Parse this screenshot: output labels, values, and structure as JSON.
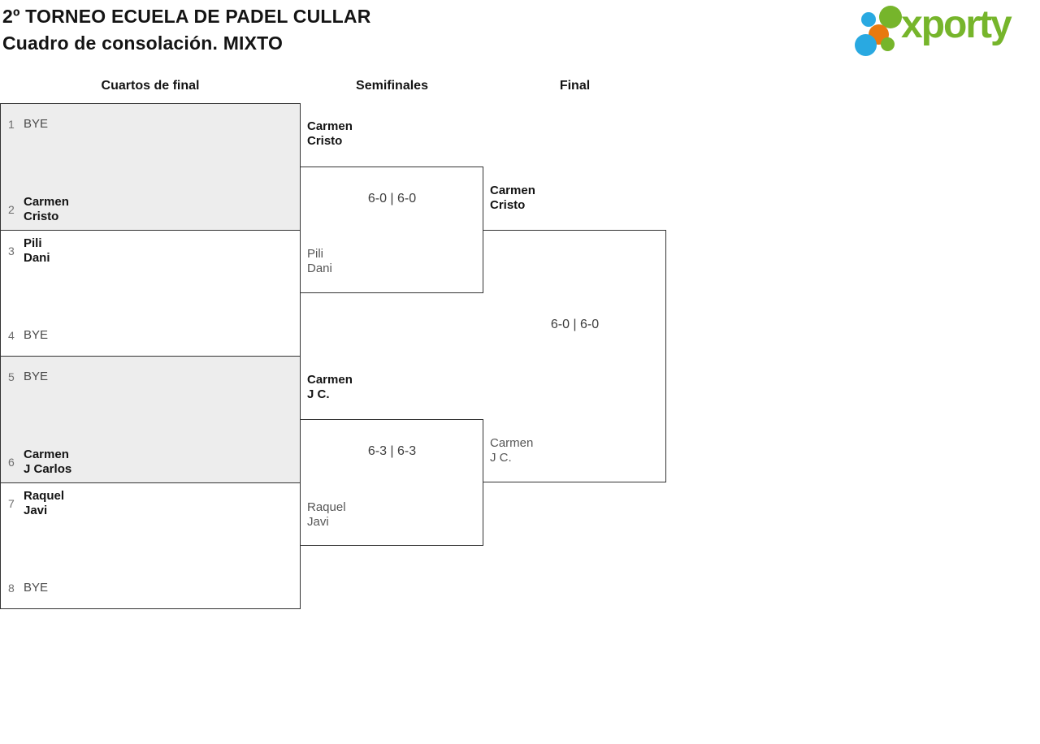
{
  "header": {
    "title_line1": "2º TORNEO ECUELA DE PADEL CULLAR",
    "title_line2": "Cuadro de consolación. MIXTO",
    "logo": {
      "text": "xporty",
      "green": "#76b52b",
      "blue": "#29a9e1",
      "orange": "#e8790f"
    }
  },
  "rounds": {
    "quarterfinals": "Cuartos de final",
    "semifinals": "Semifinales",
    "final": "Final"
  },
  "colors": {
    "shaded_box": "#ededed",
    "border": "#333333",
    "winner_text": "#141414",
    "loser_text": "#565656"
  },
  "quarterfinals": [
    {
      "top": {
        "seed": "1",
        "line1": "BYE"
      },
      "bottom": {
        "seed": "2",
        "line1": "Carmen",
        "line2": "Cristo"
      }
    },
    {
      "top": {
        "seed": "3",
        "line1": "Pili",
        "line2": "Dani"
      },
      "bottom": {
        "seed": "4",
        "line1": "BYE"
      }
    },
    {
      "top": {
        "seed": "5",
        "line1": "BYE"
      },
      "bottom": {
        "seed": "6",
        "line1": "Carmen",
        "line2": "J Carlos"
      }
    },
    {
      "top": {
        "seed": "7",
        "line1": "Raquel",
        "line2": "Javi"
      },
      "bottom": {
        "seed": "8",
        "line1": "BYE"
      }
    }
  ],
  "semifinals": [
    {
      "top": {
        "line1": "Carmen",
        "line2": "Cristo"
      },
      "bottom": {
        "line1": "Pili",
        "line2": "Dani"
      },
      "score": "6-0 | 6-0"
    },
    {
      "top": {
        "line1": "Carmen",
        "line2": "J C."
      },
      "bottom": {
        "line1": "Raquel",
        "line2": "Javi"
      },
      "score": "6-3 | 6-3"
    }
  ],
  "final": {
    "top": {
      "line1": "Carmen",
      "line2": "Cristo"
    },
    "bottom": {
      "line1": "Carmen",
      "line2": "J C."
    },
    "score": "6-0 | 6-0"
  }
}
